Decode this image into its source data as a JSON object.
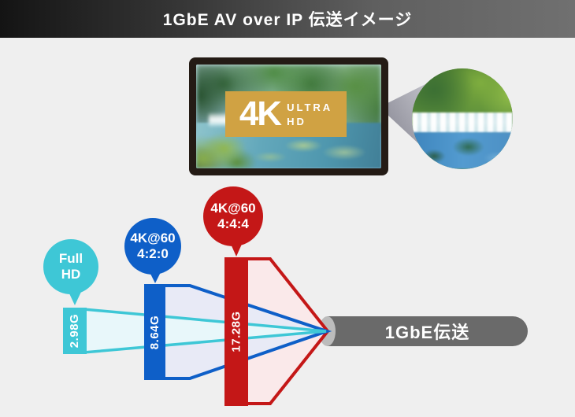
{
  "colors": {
    "cyan": "#3EC7D6",
    "cyan-fill": "#E8F7FA",
    "blue": "#0E5FC8",
    "blue-fill": "#E8EAF6",
    "red": "#C41717",
    "red-fill": "#FAE9EA",
    "gold": "#D0A243",
    "pipe": "#6A6A6A",
    "pipe-cap": "#BCBCBC"
  },
  "banner": {
    "title": "1GbE AV over IP 伝送イメージ"
  },
  "monitor": {
    "badge": {
      "resolution": "4K",
      "ultra": "ULTRA",
      "hd": "HD"
    }
  },
  "funnel": {
    "streams": [
      {
        "label1": "Full",
        "label2": "HD",
        "bandwidth": "2.98G"
      },
      {
        "label1": "4K@60",
        "label2": "4:2:0",
        "bandwidth": "8.64G"
      },
      {
        "label1": "4K@60",
        "label2": "4:4:4",
        "bandwidth": "17.28G"
      }
    ],
    "pipe_label": "1GbE伝送"
  }
}
